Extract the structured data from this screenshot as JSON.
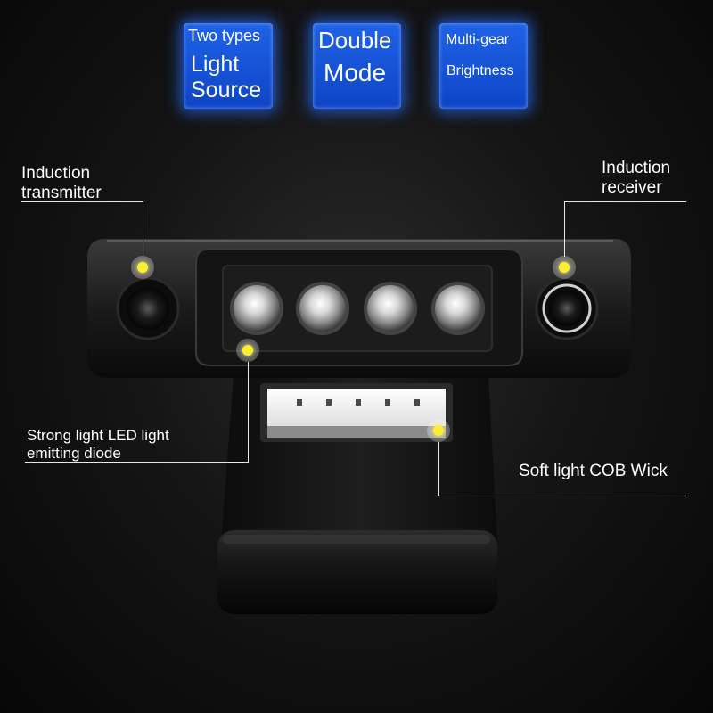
{
  "badges": [
    {
      "lines": [
        "Two types",
        "Light",
        "Source"
      ]
    },
    {
      "lines": [
        "Double",
        "Mode"
      ]
    },
    {
      "lines": [
        "Multi-gear",
        "Brightness"
      ]
    }
  ],
  "callouts": {
    "induction_transmitter": [
      "Induction",
      "transmitter"
    ],
    "induction_receiver": [
      "Induction",
      "receiver"
    ],
    "strong_light": [
      "Strong light LED light",
      "emitting diode"
    ],
    "soft_light": "Soft light COB Wick"
  },
  "colors": {
    "badge_blue": "#1552d6",
    "marker_yellow": "#ffee2e",
    "background": "#111111"
  }
}
